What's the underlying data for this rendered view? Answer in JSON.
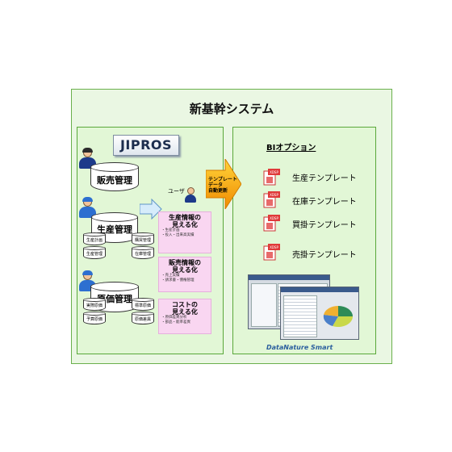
{
  "title": "新基幹システム",
  "left": {
    "logo": "JIPROS",
    "db_sales": "販売管理",
    "db_production": "生産管理",
    "db_cost": "原価管理",
    "production_minis": [
      "生産計画",
      "購買管理",
      "生産管理",
      "在庫管理"
    ],
    "cost_minis": [
      "実際原価",
      "標準原価",
      "予算原価",
      "原価差異"
    ]
  },
  "user_label": "ユーザ",
  "info_boxes": [
    {
      "heading": "生産情報の\n見える化",
      "items": [
        "・生産計画",
        "・投入・出来高実績"
      ]
    },
    {
      "heading": "販売情報の\n見える化",
      "items": [
        "・売上実績",
        "・請求書・債権管理"
      ]
    },
    {
      "heading": "コストの\n見える化",
      "items": [
        "・原価差異分析",
        "・部品・能率差異"
      ]
    }
  ],
  "arrow_text": "テンプレート\nデータ\n自動更新",
  "right": {
    "title": "BIオプション",
    "templates": [
      "生産テンプレート",
      "在庫テンプレート",
      "買掛テンプレート",
      "売掛テンプレート"
    ],
    "icon_badge": "XDSP",
    "brand": "DataNature Smart"
  },
  "colors": {
    "panel_bg": "#e2f7d6",
    "border": "#5aa83a",
    "info_bg": "#f9d6f1",
    "arrow": "#f7a600"
  }
}
